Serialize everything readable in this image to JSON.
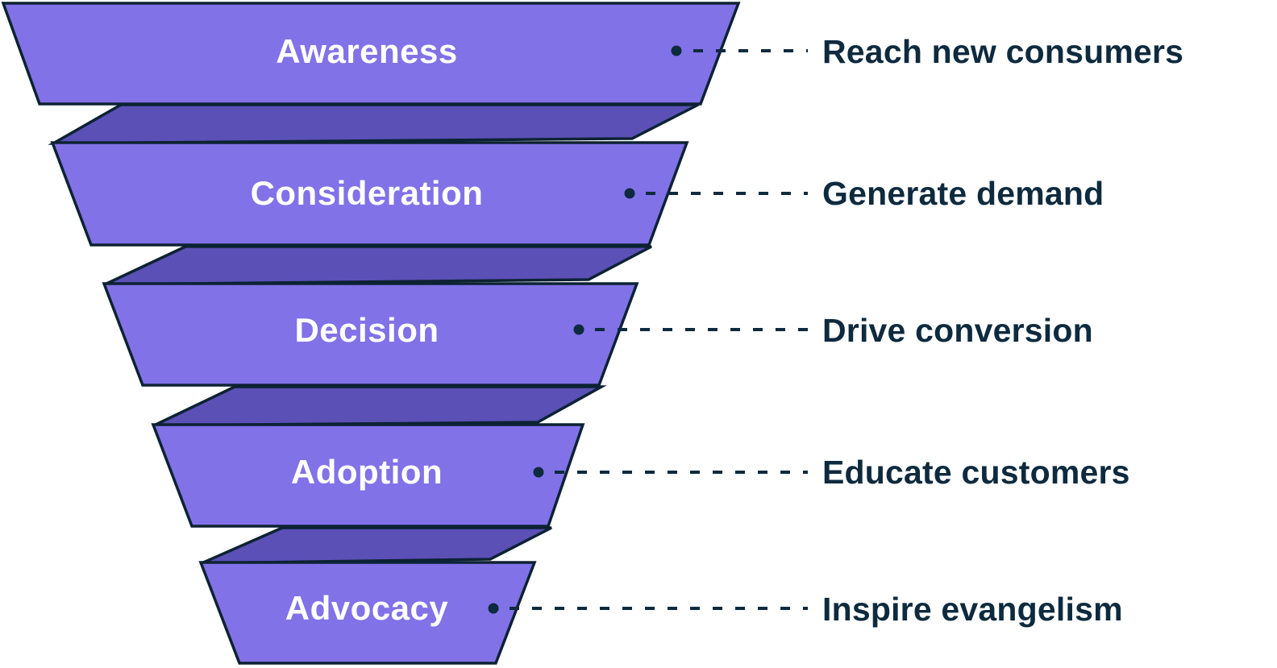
{
  "diagram": {
    "type": "marketing-funnel",
    "stages": [
      {
        "label": "Awareness",
        "outcome": "Reach new consumers"
      },
      {
        "label": "Consideration",
        "outcome": "Generate demand"
      },
      {
        "label": "Decision",
        "outcome": "Drive conversion"
      },
      {
        "label": "Adoption",
        "outcome": "Educate customers"
      },
      {
        "label": "Advocacy",
        "outcome": "Inspire evangelism"
      }
    ]
  },
  "colors": {
    "face": "#8172E8",
    "fold": "#5A50B6",
    "outline": "#0D2233",
    "stage_label": "#FFFFFF",
    "outcome_label": "#0E2A3E",
    "connector": "#0E2A3E",
    "background": "#FFFFFF"
  }
}
